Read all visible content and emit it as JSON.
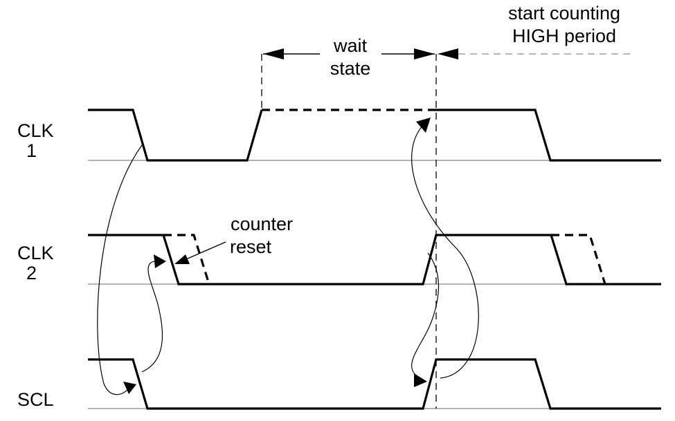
{
  "labels": {
    "clk1_line1": "CLK",
    "clk1_line2": "1",
    "clk2_line1": "CLK",
    "clk2_line2": "2",
    "scl": "SCL",
    "wait_line1": "wait",
    "wait_line2": "state",
    "start_line1": "start counting",
    "start_line2": "HIGH period",
    "counter_line1": "counter",
    "counter_line2": "reset"
  }
}
